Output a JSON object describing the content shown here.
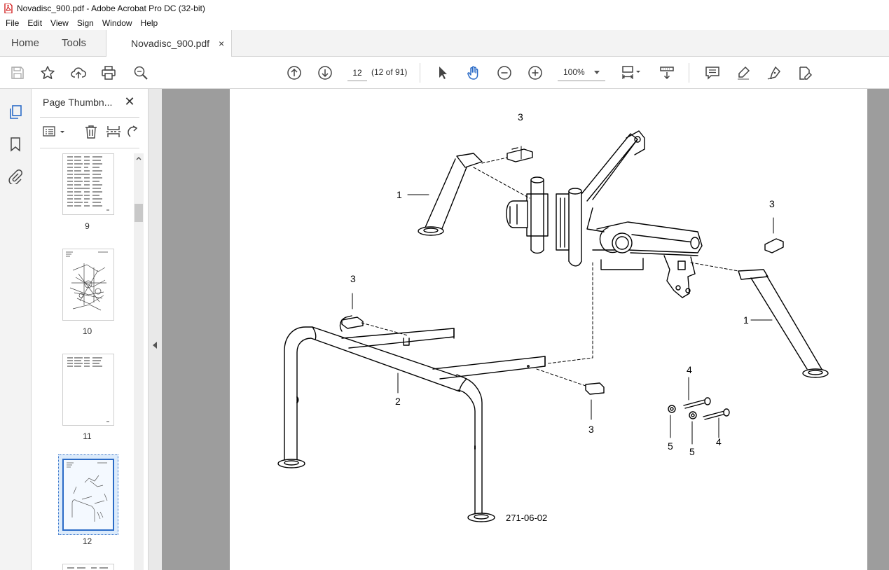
{
  "window": {
    "title": "Novadisc_900.pdf - Adobe Acrobat Pro DC (32-bit)"
  },
  "menu": {
    "items": [
      "File",
      "Edit",
      "View",
      "Sign",
      "Window",
      "Help"
    ]
  },
  "tabs": {
    "home": "Home",
    "tools": "Tools",
    "document": "Novadisc_900.pdf",
    "close": "×"
  },
  "toolbar": {
    "page_value": "12",
    "page_count": "(12 of 91)",
    "zoom": "100%"
  },
  "icons": {
    "save": "save-icon",
    "star": "star-icon",
    "upload": "upload-icon",
    "print": "print-icon",
    "search": "search-zoom-icon",
    "prev": "arrow-up-circle-icon",
    "next": "arrow-down-circle-icon",
    "select": "cursor-arrow-icon",
    "hand": "hand-icon",
    "zoom_out": "zoom-out-icon",
    "zoom_in": "zoom-in-icon",
    "fit": "fit-page-icon",
    "scroll": "scroll-mode-icon",
    "comment": "comment-icon",
    "highlight": "highlight-pen-icon",
    "sign": "sign-pen-icon",
    "edit": "edit-document-icon"
  },
  "colors": {
    "accent": "#2a6bc7",
    "hand_active": "#2a6bc7",
    "doc_bg": "#9d9d9d"
  },
  "thumbnail_panel": {
    "title": "Page Thumbn...",
    "close": "✕",
    "thumbnails": [
      {
        "label": "9"
      },
      {
        "label": "10"
      },
      {
        "label": "11"
      },
      {
        "label": "12",
        "selected": true
      }
    ]
  },
  "drawing": {
    "callouts": [
      "3",
      "1",
      "3",
      "3",
      "1",
      "2",
      "3",
      "4",
      "5",
      "5",
      "4"
    ],
    "figure_id": "271-06-02"
  }
}
